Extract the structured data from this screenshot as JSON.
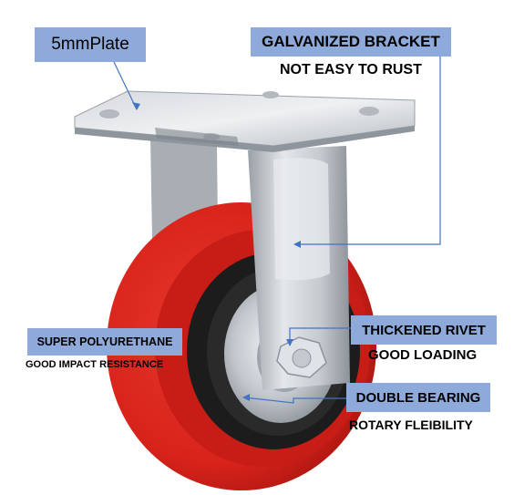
{
  "callouts": {
    "plate": {
      "title": "5mmPlate"
    },
    "bracket": {
      "title": "GALVANIZED BRACKET",
      "subtitle": "NOT EASY TO RUST"
    },
    "polyurethane": {
      "title": "SUPER POLYURETHANE",
      "subtitle": "GOOD IMPACT RESISTANCE"
    },
    "rivet": {
      "title": "THICKENED RIVET",
      "subtitle": "GOOD LOADING"
    },
    "bearing": {
      "title": "DOUBLE BEARING",
      "subtitle": "ROTARY FLEIBILITY"
    }
  },
  "colors": {
    "label_bg": "#8eaadb",
    "leader_line": "#4472c4",
    "wheel_red": "#d8231b",
    "wheel_black": "#1a1a1a",
    "steel": "#c9cdd2"
  }
}
